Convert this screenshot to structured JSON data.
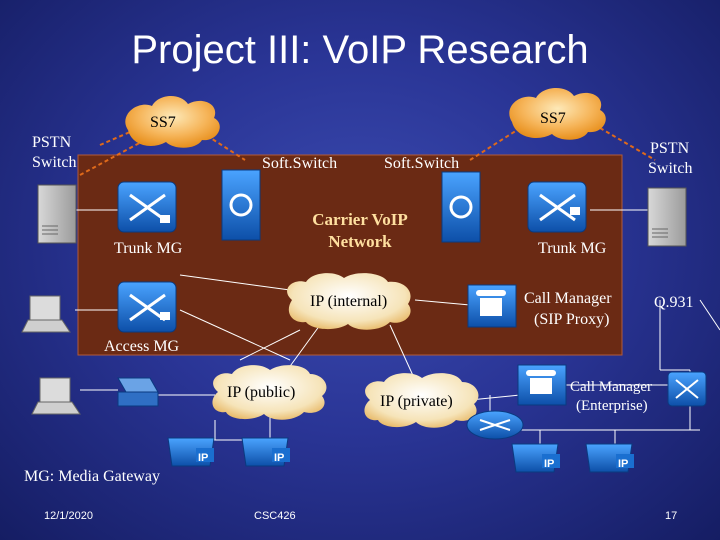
{
  "slide": {
    "title": "Project III: VoIP Research",
    "footer_date": "12/1/2020",
    "footer_course": "CSC426",
    "page_number": "17"
  },
  "diagram": {
    "ss7_left": "SS7",
    "ss7_right": "SS7",
    "pstn_left": [
      "PSTN",
      "Switch"
    ],
    "pstn_right": [
      "PSTN",
      "Switch"
    ],
    "softswitch_left": "Soft.Switch",
    "softswitch_right": "Soft.Switch",
    "carrier": [
      "Carrier VoIP",
      "Network"
    ],
    "trunk_mg_left": "Trunk MG",
    "trunk_mg_right": "Trunk MG",
    "ip_internal": "IP (internal)",
    "call_manager_sip": [
      "Call Manager",
      "(SIP Proxy)"
    ],
    "q931": "Q.931",
    "access_mg": "Access MG",
    "ip_public": "IP (public)",
    "ip_private": "IP (private)",
    "call_manager_ent": [
      "Call Manager",
      "(Enterprise)"
    ],
    "mg_legend": "MG: Media Gateway",
    "ip_phone_badge": "IP"
  },
  "colors": {
    "carrier_box": "#6b2a14",
    "cloud": "#f4a640",
    "cisco_blue": "#1a6fd0",
    "link_red": "#e06a1a"
  }
}
